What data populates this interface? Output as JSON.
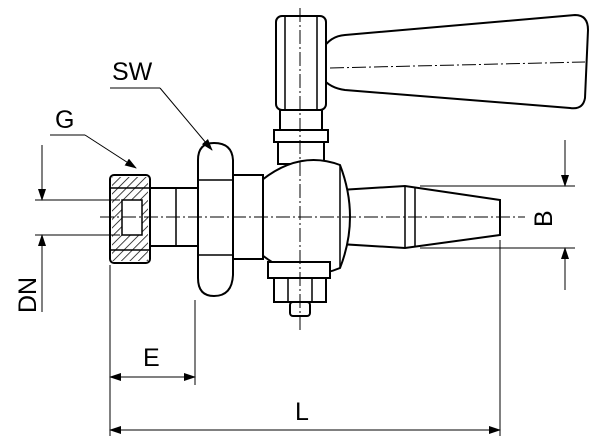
{
  "labels": {
    "sw": "SW",
    "g": "G",
    "dn": "DN",
    "e": "E",
    "l": "L",
    "b": "B"
  },
  "colors": {
    "line": "#000000",
    "background": "#ffffff"
  }
}
